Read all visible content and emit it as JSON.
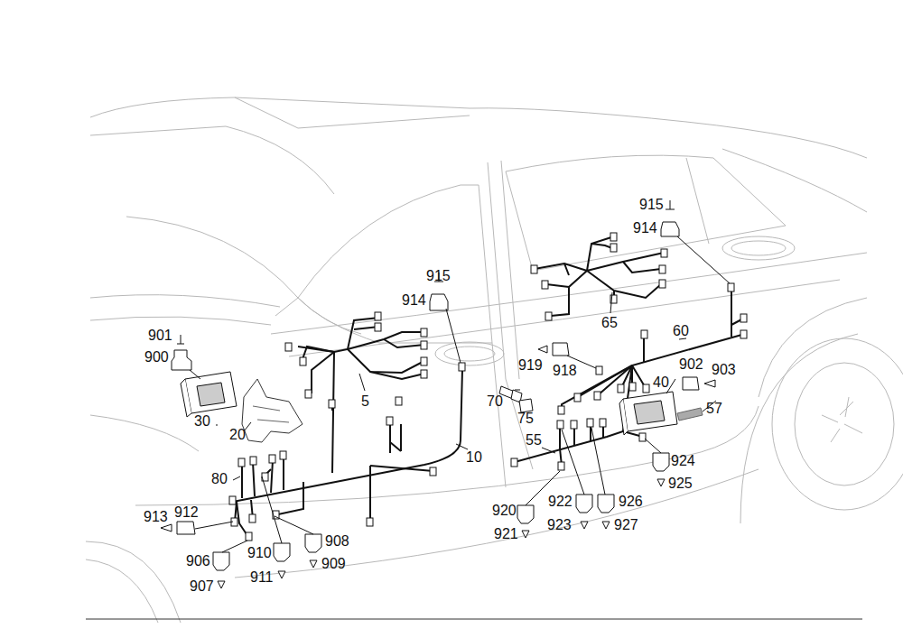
{
  "diagram": {
    "labels": [
      "915",
      "914",
      "915",
      "914",
      "901",
      "900",
      "30",
      "20",
      "5",
      "10",
      "80",
      "913",
      "912",
      "906",
      "907",
      "910",
      "911",
      "908",
      "909",
      "65",
      "60",
      "919",
      "918",
      "70",
      "75",
      "40",
      "902",
      "903",
      "57",
      "55",
      "924",
      "925",
      "920",
      "921",
      "922",
      "923",
      "926",
      "927"
    ]
  }
}
